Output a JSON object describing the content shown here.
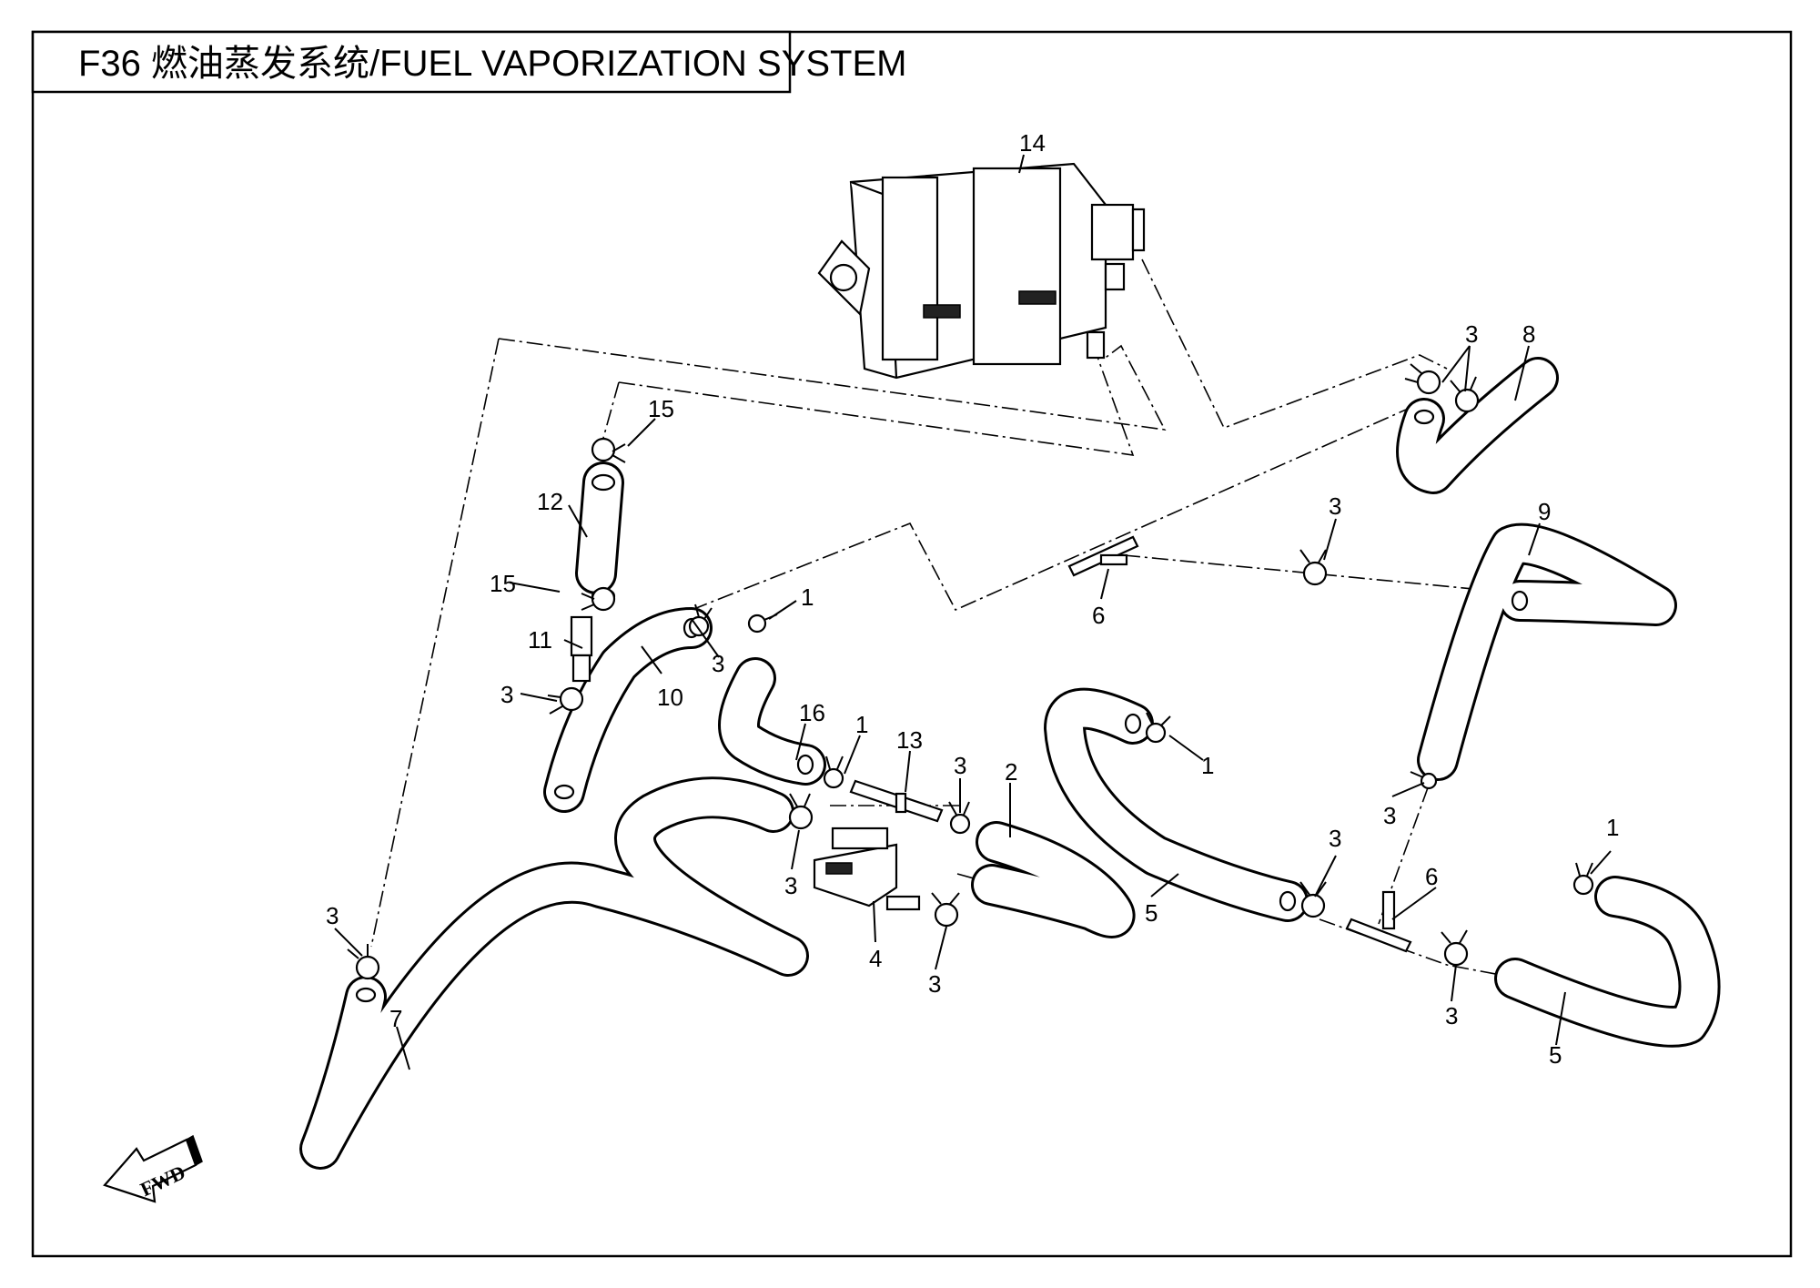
{
  "title": "F36 燃油蒸发系统/FUEL VAPORIZATION  SYSTEM",
  "fwd_label": "FWD",
  "callouts": [
    {
      "id": "c14",
      "text": "14"
    },
    {
      "id": "c3a",
      "text": "3"
    },
    {
      "id": "c8",
      "text": "8"
    },
    {
      "id": "c15a",
      "text": "15"
    },
    {
      "id": "c12",
      "text": "12"
    },
    {
      "id": "c15b",
      "text": "15"
    },
    {
      "id": "c11",
      "text": "11"
    },
    {
      "id": "c3b",
      "text": "3"
    },
    {
      "id": "c10",
      "text": "10"
    },
    {
      "id": "c3c",
      "text": "3"
    },
    {
      "id": "c1a",
      "text": "1"
    },
    {
      "id": "c6a",
      "text": "6"
    },
    {
      "id": "c3d",
      "text": "3"
    },
    {
      "id": "c9",
      "text": "9"
    },
    {
      "id": "c16",
      "text": "16"
    },
    {
      "id": "c1b",
      "text": "1"
    },
    {
      "id": "c13",
      "text": "13"
    },
    {
      "id": "c3e",
      "text": "3"
    },
    {
      "id": "c2",
      "text": "2"
    },
    {
      "id": "c1c",
      "text": "1"
    },
    {
      "id": "c3f",
      "text": "3"
    },
    {
      "id": "c4",
      "text": "4"
    },
    {
      "id": "c3g",
      "text": "3"
    },
    {
      "id": "c3h",
      "text": "3"
    },
    {
      "id": "c5a",
      "text": "5"
    },
    {
      "id": "c3i",
      "text": "3"
    },
    {
      "id": "c6b",
      "text": "6"
    },
    {
      "id": "c3j",
      "text": "3"
    },
    {
      "id": "c1d",
      "text": "1"
    },
    {
      "id": "c3k",
      "text": "3"
    },
    {
      "id": "c5b",
      "text": "5"
    },
    {
      "id": "c7",
      "text": "7"
    }
  ]
}
